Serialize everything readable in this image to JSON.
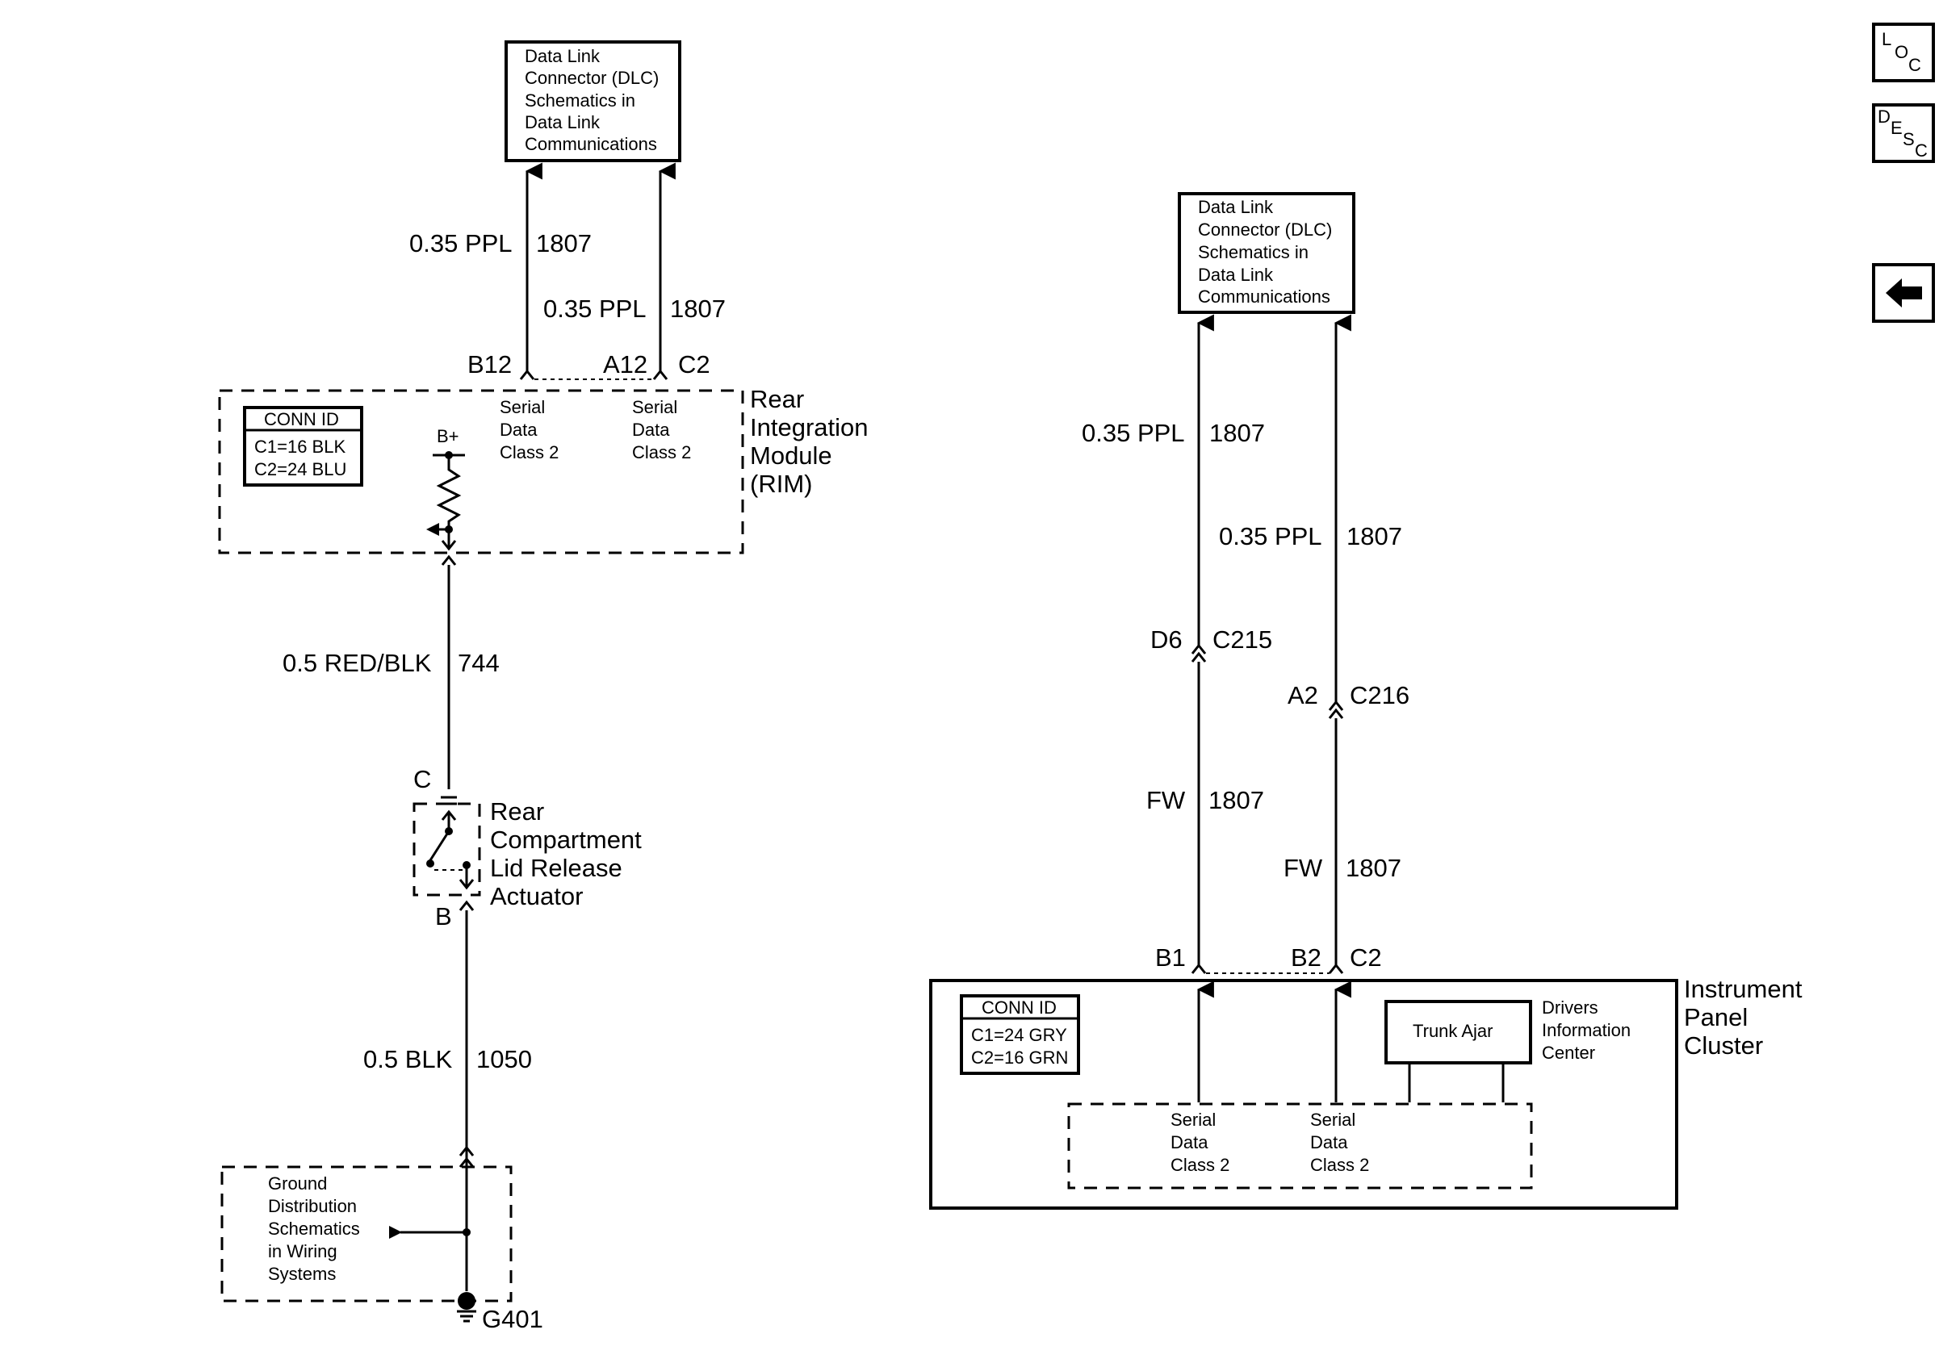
{
  "left": {
    "dlc_box": [
      "Data Link",
      "Connector (DLC)",
      "Schematics in",
      "Data Link",
      "Communications"
    ],
    "wire1": {
      "gauge": "0.35 PPL",
      "circuit": "1807"
    },
    "wire2": {
      "gauge": "0.35 PPL",
      "circuit": "1807"
    },
    "pin_b12": "B12",
    "pin_a12": "A12",
    "conn_c2": "C2",
    "rim": {
      "title": [
        "Rear",
        "Integration",
        "Module",
        "(RIM)"
      ],
      "conn_id_title": "CONN ID",
      "conn_id_rows": [
        "C1=16 BLK",
        "C2=24 BLU"
      ],
      "serial1": [
        "Serial",
        "Data",
        "Class 2"
      ],
      "serial2": [
        "Serial",
        "Data",
        "Class 2"
      ],
      "bplus": "B+"
    },
    "wire3": {
      "gauge": "0.5 RED/BLK",
      "circuit": "744"
    },
    "pin_c": "C",
    "actuator": [
      "Rear",
      "Compartment",
      "Lid Release",
      "Actuator"
    ],
    "pin_b": "B",
    "wire4": {
      "gauge": "0.5 BLK",
      "circuit": "1050"
    },
    "ground_box": [
      "Ground",
      "Distribution",
      "Schematics",
      "in Wiring",
      "Systems"
    ],
    "ground_label": "G401"
  },
  "right": {
    "dlc_box": [
      "Data Link",
      "Connector (DLC)",
      "Schematics in",
      "Data Link",
      "Communications"
    ],
    "wire1": {
      "gauge": "0.35 PPL",
      "circuit": "1807"
    },
    "wire2": {
      "gauge": "0.35 PPL",
      "circuit": "1807"
    },
    "conn_d6": {
      "pin": "D6",
      "conn": "C215"
    },
    "conn_a2": {
      "pin": "A2",
      "conn": "C216"
    },
    "wire3": {
      "gauge": "FW",
      "circuit": "1807"
    },
    "wire4": {
      "gauge": "FW",
      "circuit": "1807"
    },
    "pin_b1": "B1",
    "pin_b2": "B2",
    "conn_c2": "C2",
    "ipc": {
      "title": [
        "Instrument",
        "Panel",
        "Cluster"
      ],
      "conn_id_title": "CONN ID",
      "conn_id_rows": [
        "C1=24 GRY",
        "C2=16 GRN"
      ],
      "trunk_ajar": "Trunk Ajar",
      "dic": [
        "Drivers",
        "Information",
        "Center"
      ],
      "serial1": [
        "Serial",
        "Data",
        "Class 2"
      ],
      "serial2": [
        "Serial",
        "Data",
        "Class 2"
      ]
    }
  },
  "nav": {
    "loc": [
      "L",
      "O",
      "C"
    ],
    "desc": [
      "D",
      "E",
      "S",
      "C"
    ],
    "back_icon": "left-arrow-icon"
  }
}
